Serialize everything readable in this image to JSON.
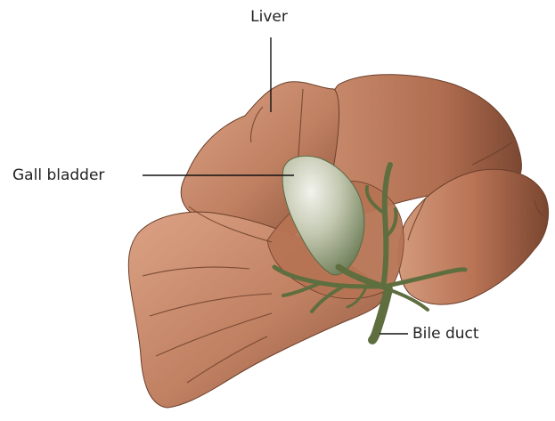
{
  "labels": {
    "liver": "Liver",
    "gall_bladder": "Gall bladder",
    "bile_duct": "Bile duct"
  },
  "colors": {
    "liver_light": "#d59a7c",
    "liver_mid": "#b97355",
    "liver_dark": "#7e4a33",
    "gall_bladder_light": "#eef0e6",
    "gall_bladder_dark": "#6a7a55",
    "duct": "#5f6e3f",
    "leader_line": "#111111"
  }
}
